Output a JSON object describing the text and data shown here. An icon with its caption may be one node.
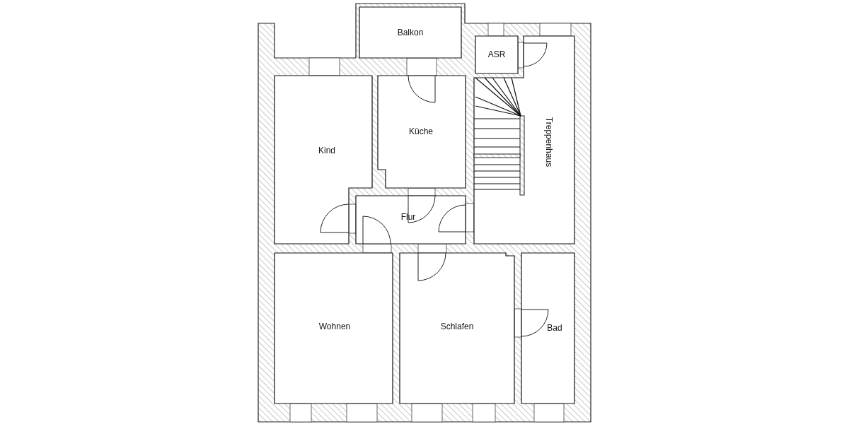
{
  "diagram": {
    "nodes": [
      {
        "text": [
          "Balkon"
        ]
      },
      {
        "text": [
          "ASR"
        ]
      },
      {
        "text": [
          "Kind"
        ]
      },
      {
        "text": [
          "Küche"
        ]
      },
      {
        "text": [
          "Treppenhaus"
        ]
      },
      {
        "text": [
          "Flur"
        ]
      },
      {
        "text": [
          "Wohnen"
        ]
      },
      {
        "text": [
          "Schlafen"
        ]
      },
      {
        "text": [
          "Bad"
        ]
      }
    ]
  }
}
